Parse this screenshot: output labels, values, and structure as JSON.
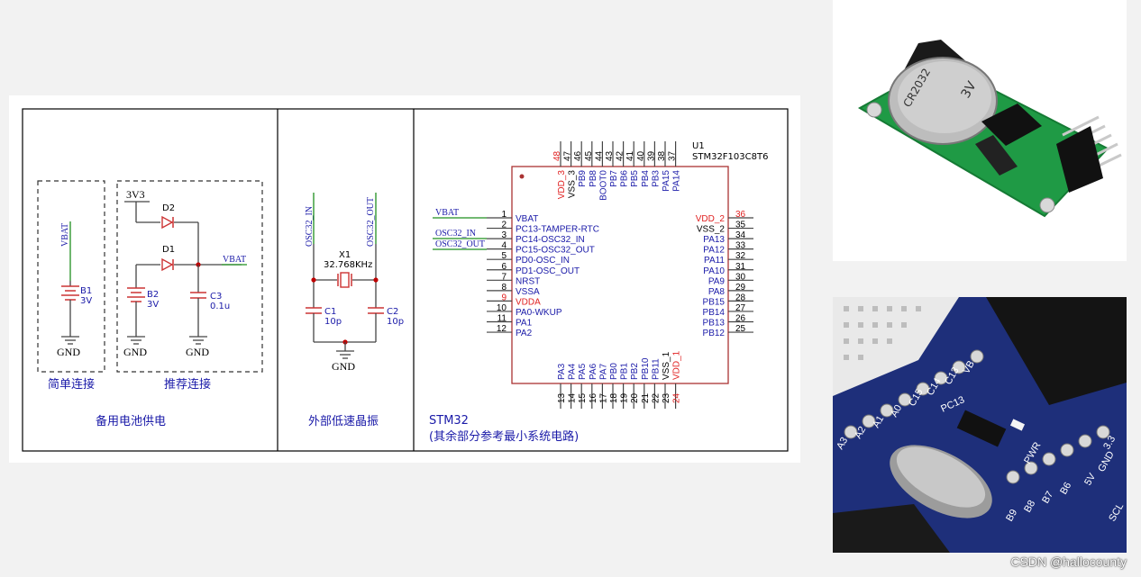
{
  "panels": {
    "battery": {
      "caption": "备用电池供电",
      "simple_label": "简单连接",
      "recommended_label": "推荐连接",
      "net_3v3": "3V3",
      "net_vbat": "VBAT",
      "gnd": "GND",
      "d2": "D2",
      "d1": "D1",
      "b1": "B1",
      "b1_val": "3V",
      "b2": "B2",
      "b2_val": "3V",
      "c3": "C3",
      "c3_val": "0.1u"
    },
    "crystal": {
      "caption": "外部低速晶振",
      "net_in": "OSC32_IN",
      "net_out": "OSC32_OUT",
      "x1": "X1",
      "x1_val": "32.768KHz",
      "c1": "C1",
      "c1_val": "10p",
      "c2": "C2",
      "c2_val": "10p",
      "gnd": "GND"
    },
    "stm32": {
      "caption_line1": "STM32",
      "caption_line2": "(其余部分参考最小系统电路)",
      "ref": "U1",
      "part": "STM32F103C8T6",
      "net_vbat": "VBAT",
      "net_osc_in": "OSC32_IN",
      "net_osc_out": "OSC32_OUT",
      "left_pins": [
        {
          "num": "1",
          "name": "VBAT",
          "red": false
        },
        {
          "num": "2",
          "name": "PC13-TAMPER-RTC",
          "red": false
        },
        {
          "num": "3",
          "name": "PC14-OSC32_IN",
          "red": false
        },
        {
          "num": "4",
          "name": "PC15-OSC32_OUT",
          "red": false
        },
        {
          "num": "5",
          "name": "PD0-OSC_IN",
          "red": false
        },
        {
          "num": "6",
          "name": "PD1-OSC_OUT",
          "red": false
        },
        {
          "num": "7",
          "name": "NRST",
          "red": false
        },
        {
          "num": "8",
          "name": "VSSA",
          "red": false
        },
        {
          "num": "9",
          "name": "VDDA",
          "red": true
        },
        {
          "num": "10",
          "name": "PA0-WKUP",
          "red": false
        },
        {
          "num": "11",
          "name": "PA1",
          "red": false
        },
        {
          "num": "12",
          "name": "PA2",
          "red": false
        }
      ],
      "right_pins": [
        {
          "num": "36",
          "name": "VDD_2",
          "red": true
        },
        {
          "num": "35",
          "name": "VSS_2",
          "red": false
        },
        {
          "num": "34",
          "name": "PA13",
          "red": false
        },
        {
          "num": "33",
          "name": "PA12",
          "red": false
        },
        {
          "num": "32",
          "name": "PA11",
          "red": false
        },
        {
          "num": "31",
          "name": "PA10",
          "red": false
        },
        {
          "num": "30",
          "name": "PA9",
          "red": false
        },
        {
          "num": "29",
          "name": "PA8",
          "red": false
        },
        {
          "num": "28",
          "name": "PB15",
          "red": false
        },
        {
          "num": "27",
          "name": "PB14",
          "red": false
        },
        {
          "num": "26",
          "name": "PB13",
          "red": false
        },
        {
          "num": "25",
          "name": "PB12",
          "red": false
        }
      ],
      "top_pins": [
        {
          "num": "48",
          "name": "VDD_3",
          "red": true
        },
        {
          "num": "47",
          "name": "VSS_3",
          "red": false
        },
        {
          "num": "46",
          "name": "PB9",
          "red": false
        },
        {
          "num": "45",
          "name": "PB8",
          "red": false
        },
        {
          "num": "44",
          "name": "BOOT0",
          "red": false
        },
        {
          "num": "43",
          "name": "PB7",
          "red": false
        },
        {
          "num": "42",
          "name": "PB6",
          "red": false
        },
        {
          "num": "41",
          "name": "PB5",
          "red": false
        },
        {
          "num": "40",
          "name": "PB4",
          "red": false
        },
        {
          "num": "39",
          "name": "PB3",
          "red": false
        },
        {
          "num": "38",
          "name": "PA15",
          "red": false
        },
        {
          "num": "37",
          "name": "PA14",
          "red": false
        }
      ],
      "bottom_pins": [
        {
          "num": "13",
          "name": "PA3",
          "red": false
        },
        {
          "num": "14",
          "name": "PA4",
          "red": false
        },
        {
          "num": "15",
          "name": "PA5",
          "red": false
        },
        {
          "num": "16",
          "name": "PA6",
          "red": false
        },
        {
          "num": "17",
          "name": "PA7",
          "red": false
        },
        {
          "num": "18",
          "name": "PB0",
          "red": false
        },
        {
          "num": "19",
          "name": "PB1",
          "red": false
        },
        {
          "num": "20",
          "name": "PB2",
          "red": false
        },
        {
          "num": "21",
          "name": "PB10",
          "red": false
        },
        {
          "num": "22",
          "name": "PB11",
          "red": false
        },
        {
          "num": "23",
          "name": "VSS_1",
          "red": false
        },
        {
          "num": "24",
          "name": "VDD_1",
          "red": true
        }
      ]
    }
  },
  "photos": {
    "rtc_module": {
      "battery_text_1": "CR2032",
      "battery_text_2": "3V",
      "icon": "rtc-module-photo"
    },
    "board": {
      "silk_labels": [
        "A3",
        "A2",
        "A1",
        "A0",
        "C15",
        "C14",
        "C13",
        "VB",
        "PC13",
        "PWR",
        "B9",
        "B8",
        "B7",
        "B6",
        "5V",
        "GND",
        "3.3",
        "SCL"
      ],
      "icon": "stm32-board-photo"
    }
  },
  "watermark": "CSDN @hallocounty",
  "colors": {
    "label_blue": "#1a1aa8",
    "pin_red": "#e02020",
    "wire_green": "#1f8f1f",
    "ic_outline": "#a33",
    "node": "#c00000"
  }
}
